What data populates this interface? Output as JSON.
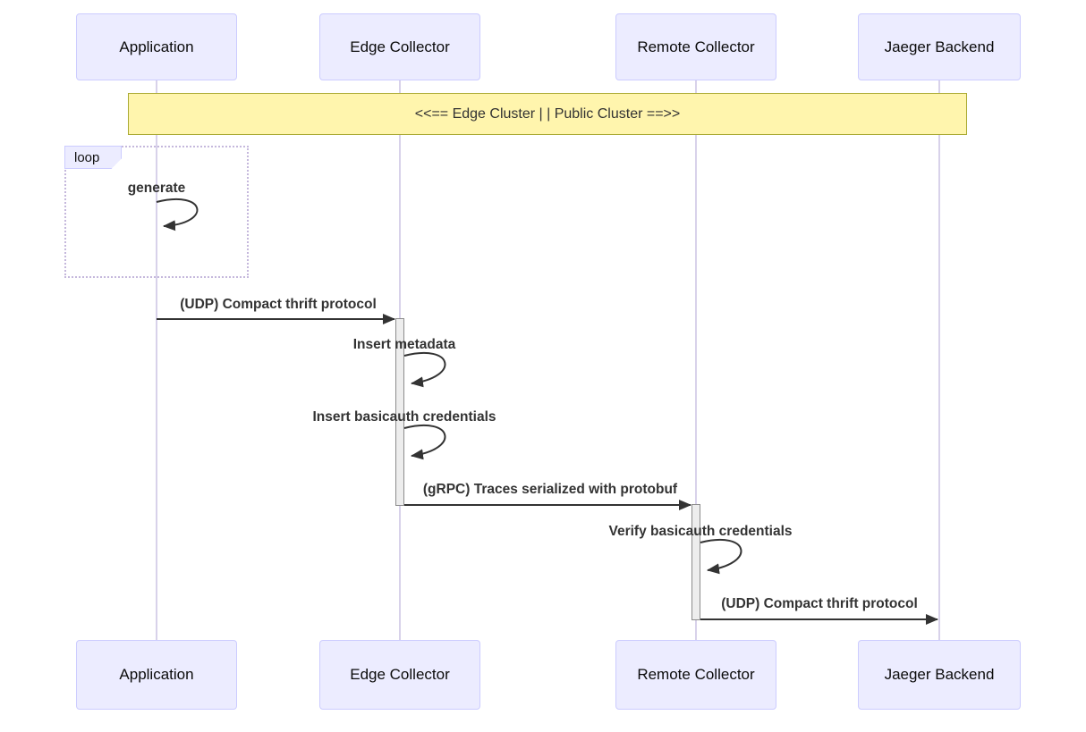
{
  "actors": [
    {
      "name": "Application"
    },
    {
      "name": "Edge Collector"
    },
    {
      "name": "Remote Collector"
    },
    {
      "name": "Jaeger Backend"
    }
  ],
  "note": {
    "text": "<<== Edge Cluster | | Public Cluster ==>>"
  },
  "loop": {
    "label": "loop"
  },
  "messages": [
    {
      "kind": "self",
      "actor": "Application",
      "label": "generate"
    },
    {
      "kind": "arrow",
      "from": "Application",
      "to": "Edge Collector",
      "label": "(UDP) Compact thrift protocol"
    },
    {
      "kind": "self",
      "actor": "Edge Collector",
      "label": "Insert metadata"
    },
    {
      "kind": "self",
      "actor": "Edge Collector",
      "label": "Insert basicauth credentials"
    },
    {
      "kind": "arrow",
      "from": "Edge Collector",
      "to": "Remote Collector",
      "label": "(gRPC) Traces serialized with protobuf"
    },
    {
      "kind": "self",
      "actor": "Remote Collector",
      "label": "Verify basicauth credentials"
    },
    {
      "kind": "arrow",
      "from": "Remote Collector",
      "to": "Jaeger Backend",
      "label": "(UDP) Compact thrift protocol"
    }
  ],
  "colors": {
    "actor_fill": "#ECECFF",
    "actor_border": "#CCCCFF",
    "lifeline": "#D8D2EA",
    "note_fill": "#FFF5AD",
    "note_border": "#AAAA33",
    "loop_border": "#C5B8DC",
    "activation_fill": "#EDEDED",
    "activation_border": "#8C8C8C",
    "arrow": "#333333"
  }
}
